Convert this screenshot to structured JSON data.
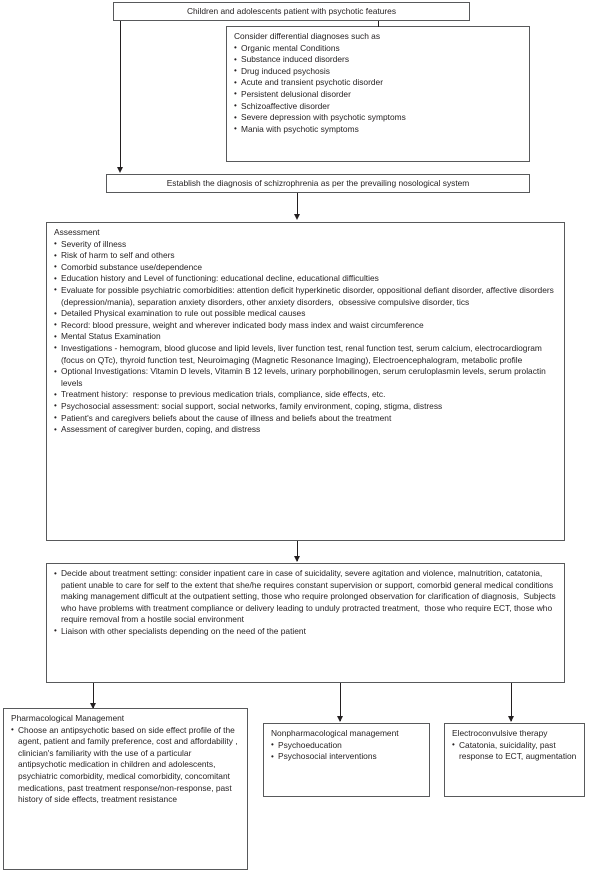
{
  "title": "Treatment algorithm flowchart for schizophrenia in children and adolescents",
  "nodes": {
    "entry": {
      "text": "Children and adolescents patient with psychotic features"
    },
    "differential": {
      "header": "Consider differential diagnoses such as",
      "items": [
        "Organic mental Conditions",
        "Substance induced disorders",
        "Drug induced psychosis",
        "Acute and transient psychotic disorder",
        "Persistent delusional disorder",
        "Schizoaffective disorder",
        "Severe depression with psychotic symptoms",
        "Mania with psychotic symptoms"
      ]
    },
    "establish": {
      "text": "Establish the diagnosis of schizrophrenia as per the prevailing nosological system"
    },
    "assessment": {
      "header": "Assessment",
      "items": [
        "Severity of illness",
        "Risk of harm to self and others",
        "Comorbid substance use/dependence",
        "Education history and Level of functioning: educational decline, educational difficulties",
        "Evaluate for possible psychiatric comorbidities: attention deficit hyperkinetic disorder, oppositional defiant disorder, affective disorders (depression/mania), separation anxiety disorders, other anxiety disorders,  obsessive compulsive disorder, tics",
        "Detailed Physical examination to rule out possible medical causes",
        "Record: blood pressure, weight and wherever indicated body mass index and waist circumference",
        "Mental Status Examination",
        "Investigations - hemogram, blood glucose and lipid levels, liver function test, renal function test, serum calcium, electrocardiogram (focus on QTc), thyroid function test, Neuroimaging (Magnetic Resonance Imaging), Electroencephalogram, metabolic profile",
        "Optional Investigations: Vitamin D levels, Vitamin B 12 levels, urinary porphobilinogen, serum ceruloplasmin levels, serum prolactin levels",
        "Treatment history:  response to previous medication trials, compliance, side effects, etc.",
        "Psychosocial assessment: social support, social networks, family environment, coping, stigma, distress",
        "Patient's and caregivers beliefs about the cause of illness and beliefs about the treatment",
        "Assessment of caregiver burden, coping, and distress"
      ]
    },
    "setting": {
      "items": [
        "Decide about treatment setting: consider inpatient care in case of suicidality, severe agitation and violence, malnutrition, catatonia,  patient unable to care for self to the extent that she/he requires constant supervision or support, comorbid general medical conditions making management difficult at the outpatient setting, those who require prolonged observation for clarification of diagnosis,  Subjects who have problems with treatment compliance or delivery leading to unduly protracted treatment,  those who require ECT, those who require removal from a hostile social environment",
        "Liaison with other specialists depending on the need of the patient"
      ]
    },
    "pharmacological": {
      "header": "Pharmacological Management",
      "items": [
        "Choose an antipsychotic based on side effect profile of the agent, patient and family preference, cost and affordability , clinician's familiarity with the use of a particular antipsychotic medication in children and adolescents, psychiatric comorbidity, medical comorbidity, concomitant medications, past treatment response/non-response, past history of side effects, treatment resistance"
      ]
    },
    "nonpharmacological": {
      "header": "Nonpharmacological management",
      "items": [
        "Psychoeducation",
        "Psychosocial interventions"
      ]
    },
    "ect": {
      "header": "Electroconvulsive therapy",
      "items": [
        "Catatonia, suicidality, past response to ECT, augmentation"
      ]
    }
  },
  "style": {
    "border_color": "#58595b",
    "text_color": "#231f20",
    "connector_color": "#231f20",
    "background": "#ffffff"
  }
}
